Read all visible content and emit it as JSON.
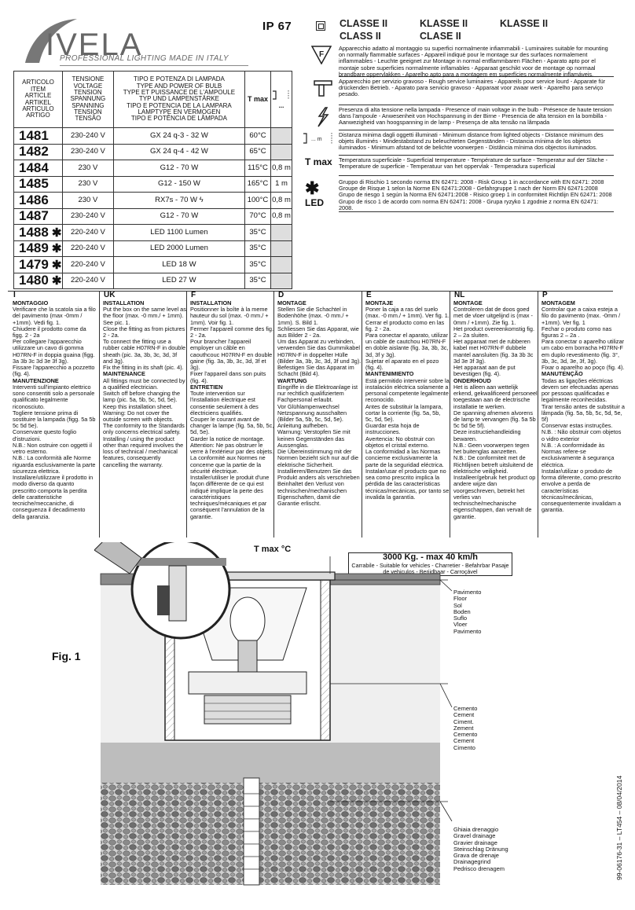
{
  "brand": {
    "name": "IVELA",
    "tagline": "PROFESSIONAL LIGHTING MADE IN ITALY"
  },
  "ip_rating": "IP 67",
  "class_header": {
    "classe_it": "CLASSE II",
    "klasse_de": "KLASSE II",
    "klasse_nl": "KLASSE II",
    "class_uk": "CLASS II",
    "clase_es": "CLASE II"
  },
  "spec_table": {
    "col_article": [
      "ARTICOLO",
      "ITEM",
      "ARTICLE",
      "ARTIKEL",
      "ARTICULO",
      "ARTIGO"
    ],
    "col_voltage": [
      "TENSIONE",
      "VOLTAGE",
      "TENSION",
      "SPANNUNG",
      "SPANNING",
      "TENSION",
      "TENSÃO"
    ],
    "col_lamp": [
      "TIPO E POTENZA DI LAMPADA",
      "TYPE AND POWER OF BULB",
      "TYPE ET PUISSANCE DE L'AMPOULE",
      "TYP UND LAMPENSTÄRKE",
      "TIPO E POTENCIA DE LA LAMPARA",
      "LAMPTYPE EN VERMOGEN",
      "TIPO E POTÊNCIA DE LÂMPADA"
    ],
    "col_tmax": "T max",
    "col_distance_dots": "...",
    "rows": [
      {
        "code": "1481",
        "led": false,
        "voltage": "230-240 V",
        "lamp": "GX 24 q-3 - 32 W",
        "tmax": "60°C",
        "distance": ""
      },
      {
        "code": "1482",
        "led": false,
        "voltage": "230-240 V",
        "lamp": "GX 24 q-4 - 42 W",
        "tmax": "65°C",
        "distance": ""
      },
      {
        "code": "1484",
        "led": false,
        "voltage": "230 V",
        "lamp": "G12 - 70 W",
        "tmax": "115°C",
        "distance": "0,8 m"
      },
      {
        "code": "1485",
        "led": false,
        "voltage": "230 V",
        "lamp": "G12 - 150 W",
        "tmax": "165°C",
        "distance": "1 m"
      },
      {
        "code": "1486",
        "led": false,
        "voltage": "230 V",
        "lamp": "RX7s - 70 W",
        "tmax": "100°C",
        "distance": "0,8 m"
      },
      {
        "code": "1487",
        "led": false,
        "voltage": "230-240 V",
        "lamp": "G12 - 70 W",
        "tmax": "70°C",
        "distance": "0,8 m"
      },
      {
        "code": "1488",
        "led": true,
        "voltage": "220-240 V",
        "lamp": "LED 1100 Lumen",
        "tmax": "35°C",
        "distance": ""
      },
      {
        "code": "1489",
        "led": true,
        "voltage": "220-240 V",
        "lamp": "LED 2000 Lumen",
        "tmax": "35°C",
        "distance": ""
      },
      {
        "code": "1479",
        "led": true,
        "voltage": "220-240 V",
        "lamp": "LED 18 W",
        "tmax": "35°C",
        "distance": ""
      },
      {
        "code": "1480",
        "led": true,
        "voltage": "220-240 V",
        "lamp": "LED 27 W",
        "tmax": "35°C",
        "distance": ""
      }
    ]
  },
  "legend": [
    {
      "icon": "f-mark-icon",
      "text": "Apparecchio adatto al montaggio su superfici normalmente infiammabili - Luminaires suitable for mounting on normally flammable surfaces - Appareil indiqué pour le montage sur des surfaces normalement inflammables - Leuchte geeignet zur Montage in normal entflammbaren Flächen - Aparato apto por el montaje sobre superficies normalmente inflamables - Apparaat geschikt voor de montage op normaal brandbare oppervlakken - Aparelho apto para a montagem em superfícies normalmente inflamáveis."
    },
    {
      "icon": "service-lamp-icon",
      "text": "Apparecchio per servizio gravoso - Rough service luminaires - Appareils pour service lourd - Apparate für drückenden Betrieb. - Aparato para servicio gravoso - Apparaat voor zwaar werk - Aparelho para serviço pesado."
    },
    {
      "icon": "lightning-icon",
      "text": "Presenza di alta tensione nella lampada - Presence of main voltage in the bulb - Présence de haute tension dans l'ampoule - Anwesenheit von Hochspannung in der Birne - Presencia de alta tension en la bombilla - Aanwezigheid van hoogspanning in de lamp - Presença de alta tensão na lâmpada"
    },
    {
      "icon": "distance-icon",
      "label": "... m",
      "text": "Distanza minima dagli oggetti illuminati - Minimum distance from lighted objects - Distance minimum des objets illuminés - Mindestabstand zu beleuchteten Gegenständen - Distancia mínima de los objetos iluminados - Minimum afstand tot de belichte voorwerpen - Distância mínima dos objectos iluminados."
    },
    {
      "icon": "tmax-label",
      "label": "T max",
      "text": "Temperatura superficiale - Superficial temperature - Température de surface - Temperatur auf der Släche - Temperature de superficie - Temperatuur van het oppervlak - Temperadura superficial"
    },
    {
      "icon": "asterisk-led-icon",
      "label": "LED",
      "lines": [
        "Gruppo di Rischio 1 secondo norma EN 62471: 2008 - Risk Group 1 in accordance with EN 62471: 2008",
        "Groupe de Risque 1 selon la Norme EN 62471:2008 - Gefahrgruppe 1 nach der Norm EN 62471:2008",
        "Grupo de riesgo 1 según la Norma EN 62471:2008 - Risico groep 1 in conformiteit Richtlijn EN 62471: 2008",
        "Grupo de risco 1 de acordo com norma EN 62471: 2008 - Grupa ryzyko 1 zgodnie z norma EN 62471: 2008."
      ]
    }
  ],
  "languages": [
    {
      "code": "I",
      "title": "MONTAGGIO",
      "paras": [
        "Verificare che la scatola sia a filo del pavimento (max -0mm / +1mm). Vedi fig. 1.",
        "Chiudere il prodotto come da figg. 2 - 2a",
        "Per collegare l'apparecchio utilizzare un cavo di gomma H07RN-F in doppia guaina (figg. 3a 3b 3c 3d 3e 3f 3g).",
        "Fissare l'apparecchio a pozzetto (fig. 4).",
        "#MANUTENZIONE",
        "Interventi sull'impianto elettrico sono consentiti solo a personale qualificato legalmente riconosciuto.",
        "Togliere tensione prima di sostituire la lampada (figg. 5a 5b 5c 5d 5e).",
        "Conservare questo foglio d'istruzioni.",
        "N.B.: Non ostruire con oggetti il vetro esterno.",
        "N.B.: La conformità alle Norme riguarda esclusivamente la parte sicurezza elettrica.",
        "Installare/utilizzare il prodotto in modo diverso da quanto prescritto comporta la perdita delle caratteristiche tecniche/meccaniche, di conseguenza il decadimento della garanzia."
      ]
    },
    {
      "code": "UK",
      "title": "INSTALLATION",
      "paras": [
        "Put the box on the same level as the floor (max. -0 mm./ + 1mm). See pic. 1.",
        "Close the fitting as from pictures 2 - 2a.",
        "To connect the fitting use a rubber cable H07RN-F in double sheath (pic. 3a, 3b, 3c, 3d, 3f and 3g).",
        "Fix the fitting in its shaft (pic. 4).",
        "#MAINTENANCE",
        "All fittings must be connected by a qualified electrician.",
        "Switch off before changing the lamp (pic. 5a, 5b, 5c, 5d, 5e).",
        "Keep this installation sheet.",
        "Warning: Do not cover the outside screen with objects.",
        "The conformity to the Standards only concerns electrical safety.",
        "Installing / using the product other than required involves the loss of technical / mechanical features, consequently cancelling the warranty."
      ]
    },
    {
      "code": "F",
      "title": "INSTALLATION",
      "paras": [
        "Positionner la boîte à la meme hauteur du sol (max. -0 mm./ + 1mm). Voir fig. 1.",
        "Fermer l'appareil comme des fig. 2 - 2a.",
        "Pour brancher l'appareil employer un câble en caouthcouc H07RN-F en double gaine (fig. 3a, 3b, 3c, 3d, 3f et 3g).",
        "Fixer l'appareil dans son puits (fig. 4).",
        "#ENTRETIEN",
        "Toute intervention sur l'installation électrique est consentie seulement à des électriciens qualifiés.",
        "Couper le courant avant de changer la lampe (fig. 5a, 5b, 5c, 5d, 5e).",
        "Garder la notice de montage.",
        "Attention: Ne pas obstruer le verre à l'extérieur par des objets.",
        "La conformité aux Normes ne concerne que la partie de la sécurité électrique.",
        "Installer/utiliser le produit d'une façon différente de ce qui est indiqué implique la perte des caractéristiques techniques/mécaniques et par conséquent l'annulation de la garantie."
      ]
    },
    {
      "code": "D",
      "title": "MONTAGE",
      "paras": [
        "Stellen Sie die Schachtel in Bodenhöhe (max. -0 mm./ + 1mm). S. Bild 1.",
        "Schliessen Sie das Apparat, wie aus Bilder 2 - 2a.",
        "Um das Apparat zu verbinden, verwenden Sie das Gummikabel H07RN-F in doppelter Hülle (Bilder 3a, 3b, 3c, 3d, 3f und 3g).",
        "Befestigen Sie das Apparat im Schacht (Bild 4).",
        "#WARTUNG",
        "Eingriffe in die Elektroanlage ist nur rechtlich qualifiziertem Fachpersonal erlaubt.",
        "Vor Glühlampenwechsel Netzspannung ausschalten (Bilder 5a, 5b, 5c, 5d, 5e).",
        "Anleitung aufheben.",
        "Warnung: Verstopfen Sie mit keinen Gegenständen das Aussenglas.",
        "Die Übereinstimmung mit der Normen bezieht sich nur auf die elektrische Sicherheit.",
        "Installieren/Benutzen Sie das Produkt anders als verschrieben Beinhaltet den Verlust von technischen/mechanischen Eigenschaften, damit die Garantie erlischt."
      ]
    },
    {
      "code": "E",
      "title": "MONTAJE",
      "paras": [
        "Poner la caja a ras del suelo (max. -0 mm./ + 1mm). Ver fig. 1.",
        "Cerrar el producto como en las fig. 2 - 2a.",
        "Para conectar el aparato, utilizar un cable de cautchou H07RN-F en doble aislante (fig. 3a, 3b, 3c, 3d, 3f y 3g).",
        "Sujetar el aparato en el pozo (fig. 4).",
        "#MANTENIMIENTO",
        "Está permitido intervenir sobre la instalación eléctrica solamente a personal competente legalmente reconocido.",
        "Antes de substituir la lampara, cortar la corriente (fig. 5a, 5b, 5c, 5d, 5e).",
        "Guardar esta hoja de instrucciones.",
        "Avertencia: No obstruir con objetos el cristal externo.",
        "La conformidad a las Normas concierne exclusivamente la parte de la seguridad eléctrica.",
        "Instalar/usar el producto que no sea como prescrito implica la pérdida de las características técnicas/mecánicas, por tanto se invalida la garantía."
      ]
    },
    {
      "code": "NL",
      "title": "MONTAGE",
      "paras": [
        "Controleren dat de doos goed met de vloer uitgelijnd is (max - 0mm / +1mm). Zie fig. 1.",
        "Het product overeenkomstig fig. 2 – 2a sluiten.",
        "Het apparaat met de rubberen kabel met H07RN-F dubbele mantel aansluiten (fig. 3a 3b 3c 3d 3e 3f 3g).",
        "Het apparaat aan de put bevestigen (fig. 4).",
        "#ONDERHOUD",
        "Het is alleen aan wettelijk erkend, gekwalificeerd personeel toegestaan aan de electrische installatie te werken.",
        "De spanning afnemen alvorens de lamp te vervangen (fig. 5a 5b 5c 5d 5e 5f).",
        "Deze instructiehandleiding bewaren.",
        "N.B.: Geen voorwerpen tegen het buitenglas aanzetten.",
        "N.B.: De conformiteit met de Richtlijnen betreft uitsluitend de elektrische veiligheid.",
        "Installeer/gebruik het product op andere wijze dan voorgeschreven, betrekt het verlies van technische/mechanische eigenschappen, dan vervalt de garantie."
      ]
    },
    {
      "code": "P",
      "title": "MONTAGEM",
      "paras": [
        "Controlar que a caixa esteja a filo do pavimento (max. -0mm / +1mm). Ver fig. 1",
        "Fechar o produto como nas figuras 2 – 2a .",
        "Para conectar o aparelho utilizar um cabo em borracha H07RN-F em duplo revestimento (fig. 3°, 3b, 3c, 3d, 3e, 3f, 3g).",
        "Fixar o aparelho ao poço (fig. 4).",
        "#MANUTENÇÃO",
        "Todas as ligações eléctricas devem ser efectuadas apenas por pessoas qualificadas e legalmente reconhecidas.",
        "Tirar tensão antes de substituir a lâmpada (fig. 5a, 5b, 5c, 5d, 5e, 5f)",
        "Conservar estas instruções.",
        "N.B. : Não obstruir com objetos o vidro exterior",
        "N.B. : A conformidade às Normas refere-se exclusivamente à segurança eléctrica.",
        "Instalar/utilizar o produto de forma diferente, como prescrito envolve a perda de características técnicas/mecânicas, consequentemente invalidam a garantia."
      ]
    }
  ],
  "figure": {
    "title": "Fig. 1",
    "tmax": "T max °C",
    "load_title": "3000 Kg. - max 40 km/h",
    "load_sub": "Carrabile - Suitable for vehicles - Charretier - Befahrbar Pasaje de vehiculos - Berijdbaar - Carroçável",
    "floor_labels": [
      "Pavimento",
      "Floor",
      "Sol",
      "Boden",
      "Suflo",
      "Vloer",
      "Pavimento"
    ],
    "cement_labels": [
      "Cemento",
      "Cement",
      "Ciment.",
      "Zement",
      "Cemento",
      "Cement",
      "Cimento"
    ],
    "gravel_labels": [
      "Ghiaia drenaggio",
      "Gravel drainage",
      "Gravier drainage",
      "Steinschlag Dränung",
      "Grava de drenaje",
      "Drainagegrind",
      "Pedrisco drenagem"
    ]
  },
  "doc_code": "99-06176-31 – LT454 – 08/04/2014"
}
